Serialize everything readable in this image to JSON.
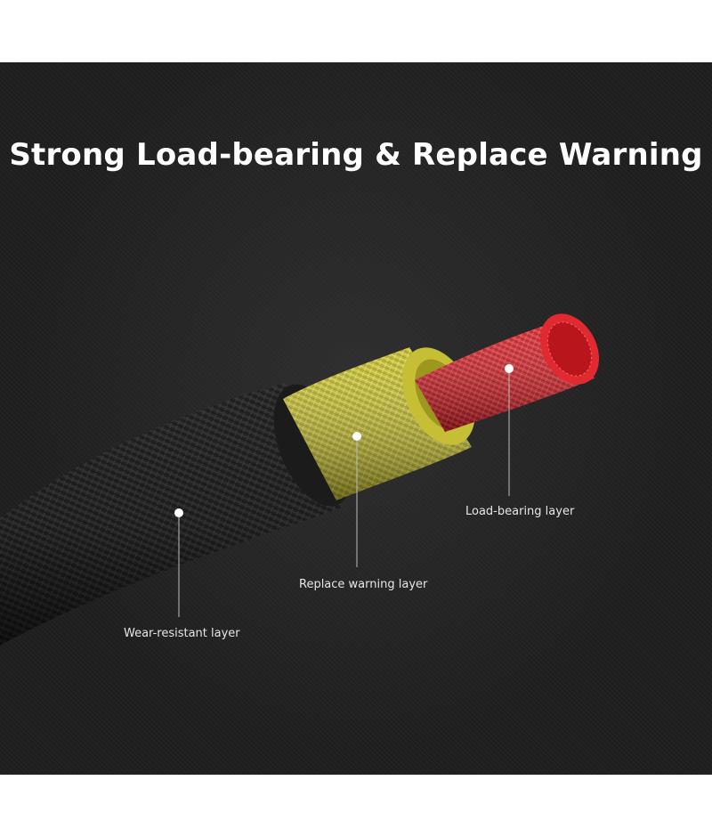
{
  "title": "Strong Load-bearing & Replace Warning",
  "layers": {
    "load_bearing": "Load-bearing layer",
    "replace_warning": "Replace warning layer",
    "wear_resistant": "Wear-resistant layer"
  },
  "colors": {
    "background": "#1f1f1f",
    "outer_sheath": "#2a2a2a",
    "middle_layer": "#c9c23a",
    "core": "#d8242a",
    "text": "#ffffff"
  }
}
